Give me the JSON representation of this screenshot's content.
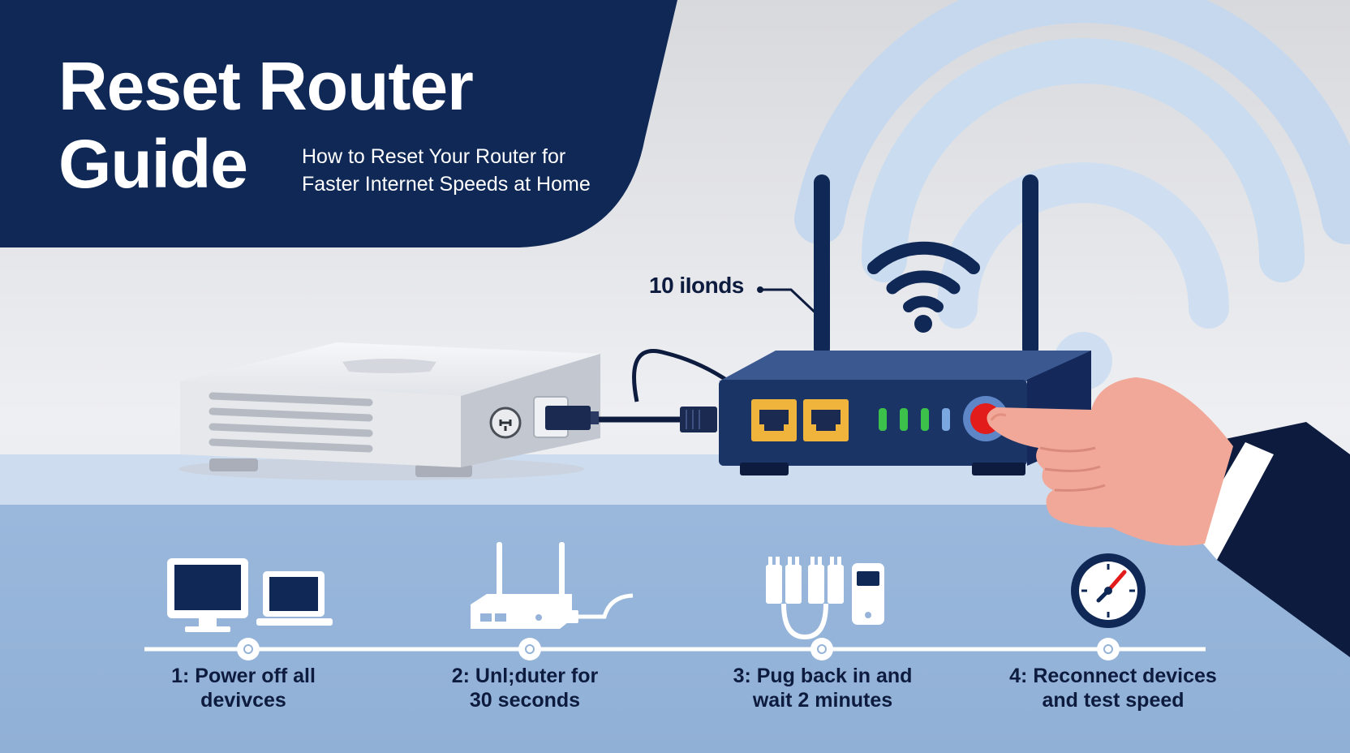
{
  "header": {
    "title_line1": "Reset Router",
    "title_line2": "Guide",
    "subtitle_line1": "How to Reset Your Router for",
    "subtitle_line2": "Faster Internet Speeds at Home"
  },
  "callout": "10 iIonds",
  "steps": [
    {
      "line1": "1: Power off all",
      "line2": "devivces",
      "icon": "monitor-laptop-icon"
    },
    {
      "line1": "2: Unl;duter for",
      "line2": "30 seconds",
      "icon": "router-unplug-icon"
    },
    {
      "line1": "3: Pug back in and",
      "line2": "wait 2 minutes",
      "icon": "plug-phone-icon"
    },
    {
      "line1": "4: Reconnect devices",
      "line2": "and test speed",
      "icon": "speedometer-icon"
    }
  ],
  "colors": {
    "navy": "#0f2856",
    "light_blue": "#c9d9ee",
    "floor_blue": "#96b4da",
    "port_yellow": "#f0b43c",
    "led_green": "#3cc24a",
    "reset_red": "#e21b1b"
  }
}
